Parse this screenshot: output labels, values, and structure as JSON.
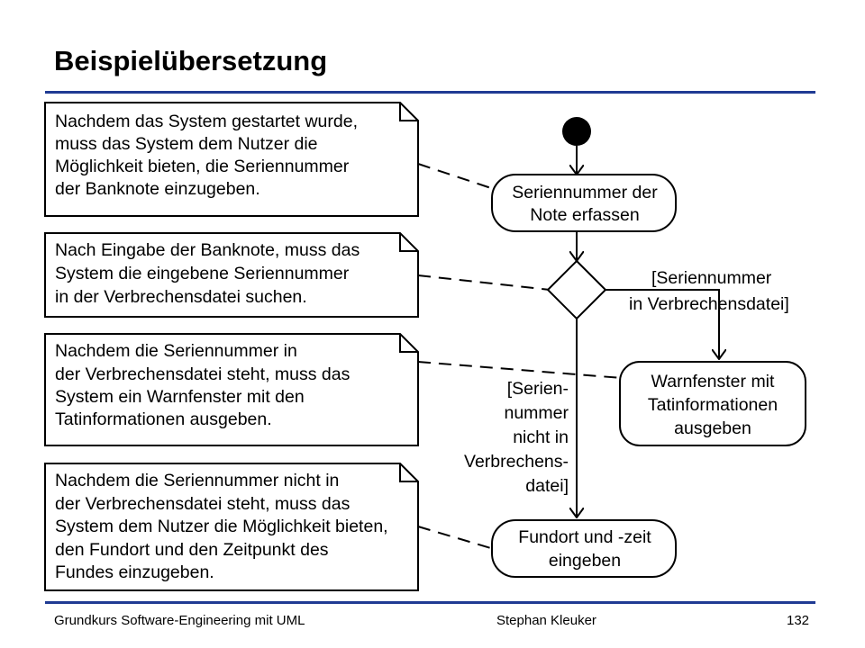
{
  "slide": {
    "title": "Beispielübersetzung",
    "footer_left": "Grundkurs Software-Engineering mit UML",
    "footer_author": "Stephan Kleuker",
    "page_number": "132",
    "rule_color": "#1f3a93"
  },
  "notes": [
    {
      "lines": [
        "Nachdem das System gestartet wurde,",
        "muss das System dem Nutzer die",
        "Möglichkeit bieten, die Seriennummer",
        "der Banknote einzugeben."
      ]
    },
    {
      "lines": [
        "Nach Eingabe der Banknote, muss das",
        "System die eingebene Seriennummer",
        "in der Verbrechensdatei suchen."
      ]
    },
    {
      "lines": [
        "Nachdem die Seriennummer in",
        "der Verbrechensdatei steht, muss das",
        "System ein Warnfenster mit den",
        "Tatinformationen ausgeben."
      ]
    },
    {
      "lines": [
        "Nachdem die Seriennummer nicht in",
        "der Verbrechensdatei steht, muss das",
        "System dem Nutzer die Möglichkeit bieten,",
        "den Fundort und den Zeitpunkt des",
        "Fundes einzugeben."
      ]
    }
  ],
  "actions": {
    "enter_serial": [
      "Seriennummer der",
      "Note erfassen"
    ],
    "warn_window": [
      "Warnfenster mit",
      "Tatinformationen",
      "ausgeben"
    ],
    "enter_location": [
      "Fundort und -zeit",
      "eingeben"
    ]
  },
  "guards": {
    "in_file": [
      "[Seriennummer",
      "in Verbrechensdatei]"
    ],
    "not_in_file": [
      "[Serien-",
      "nummer",
      "nicht in",
      "Verbrechens-",
      "datei]"
    ]
  }
}
